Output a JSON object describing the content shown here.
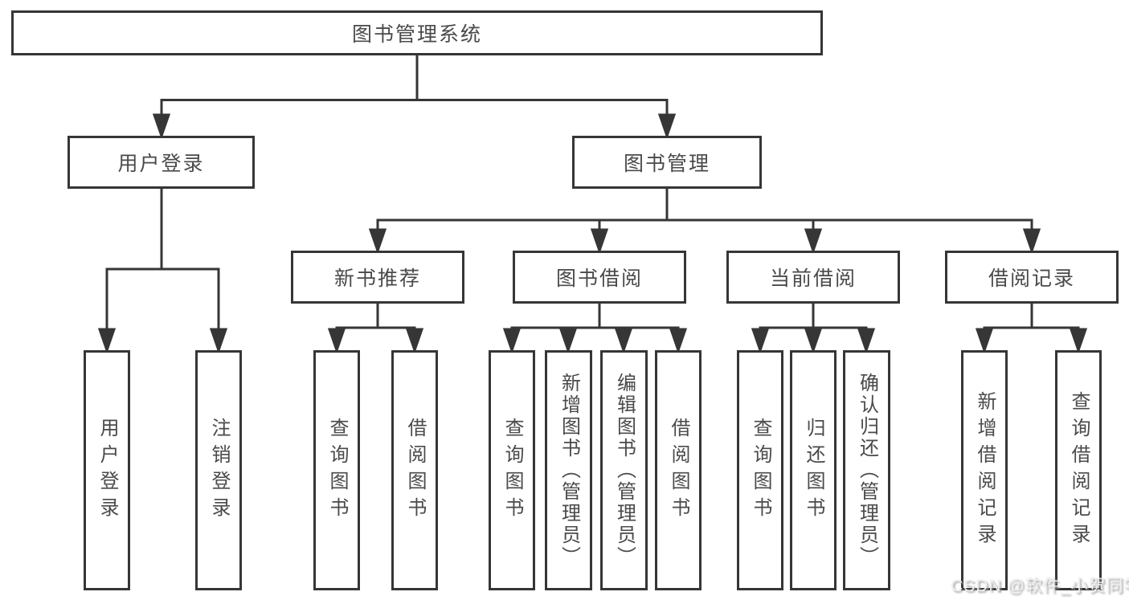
{
  "diagram_title": "图书管理系统",
  "colors": {
    "line": "#363636",
    "text": "#4a4a4a",
    "background": "#ffffff",
    "watermark": "#efefef"
  },
  "nodes": {
    "root": {
      "label": "图书管理系统"
    },
    "user_login": {
      "label": "用户登录"
    },
    "book_mgmt": {
      "label": "图书管理"
    },
    "new_books": {
      "label": "新书推荐"
    },
    "book_borrow": {
      "label": "图书借阅"
    },
    "current_borrow": {
      "label": "当前借阅"
    },
    "borrow_records": {
      "label": "借阅记录"
    },
    "leaf_user_login": {
      "label": "用户登录"
    },
    "leaf_logout": {
      "label": "注销登录"
    },
    "leaf_query_books_1": {
      "label": "查询图书"
    },
    "leaf_borrow_books_1": {
      "label": "借阅图书"
    },
    "leaf_query_books_2": {
      "label": "查询图书"
    },
    "leaf_add_book": {
      "label": "新增图书（管理员）"
    },
    "leaf_edit_book": {
      "label": "编辑图书（管理员）"
    },
    "leaf_borrow_books_2": {
      "label": "借阅图书"
    },
    "leaf_query_books_3": {
      "label": "查询图书"
    },
    "leaf_return_book": {
      "label": "归还图书"
    },
    "leaf_confirm_return": {
      "label": "确认归还（管理员）"
    },
    "leaf_add_record": {
      "label": "新增借阅记录"
    },
    "leaf_query_record": {
      "label": "查询借阅记录"
    }
  },
  "hierarchy": {
    "root": "图书管理系统",
    "children": [
      {
        "label": "用户登录",
        "children": [
          "用户登录",
          "注销登录"
        ]
      },
      {
        "label": "图书管理",
        "children": [
          {
            "label": "新书推荐",
            "children": [
              "查询图书",
              "借阅图书"
            ]
          },
          {
            "label": "图书借阅",
            "children": [
              "查询图书",
              "新增图书（管理员）",
              "编辑图书（管理员）",
              "借阅图书"
            ]
          },
          {
            "label": "当前借阅",
            "children": [
              "查询图书",
              "归还图书",
              "确认归还（管理员）"
            ]
          },
          {
            "label": "借阅记录",
            "children": [
              "新增借阅记录",
              "查询借阅记录"
            ]
          }
        ]
      }
    ]
  },
  "watermark": {
    "text": "CSDN @软件_小贺同学"
  }
}
